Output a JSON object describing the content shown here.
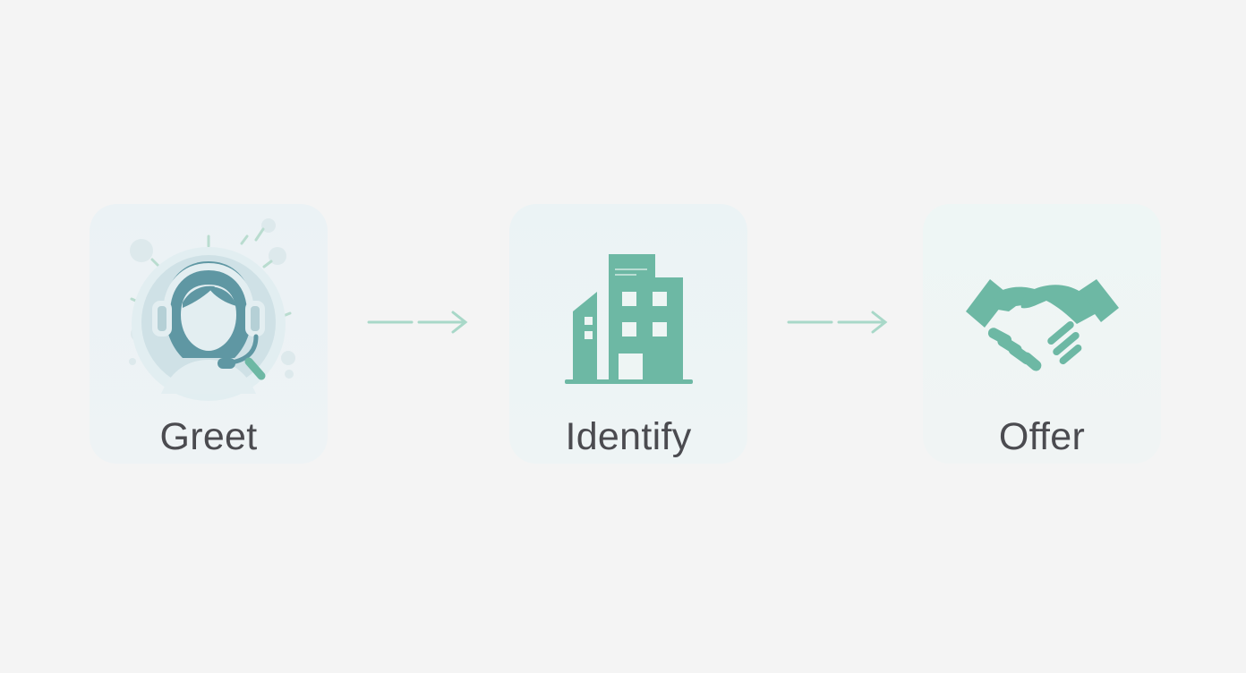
{
  "steps": [
    {
      "label": "Greet",
      "icon": "customer-support-headset-icon"
    },
    {
      "label": "Identify",
      "icon": "office-building-icon"
    },
    {
      "label": "Offer",
      "icon": "handshake-icon"
    }
  ],
  "colors": {
    "background": "#f4f4f4",
    "accent": "#6db8a4",
    "accent_light": "#a8d8c8",
    "avatar": "#5f97a3",
    "label_text": "#4b4b50"
  }
}
